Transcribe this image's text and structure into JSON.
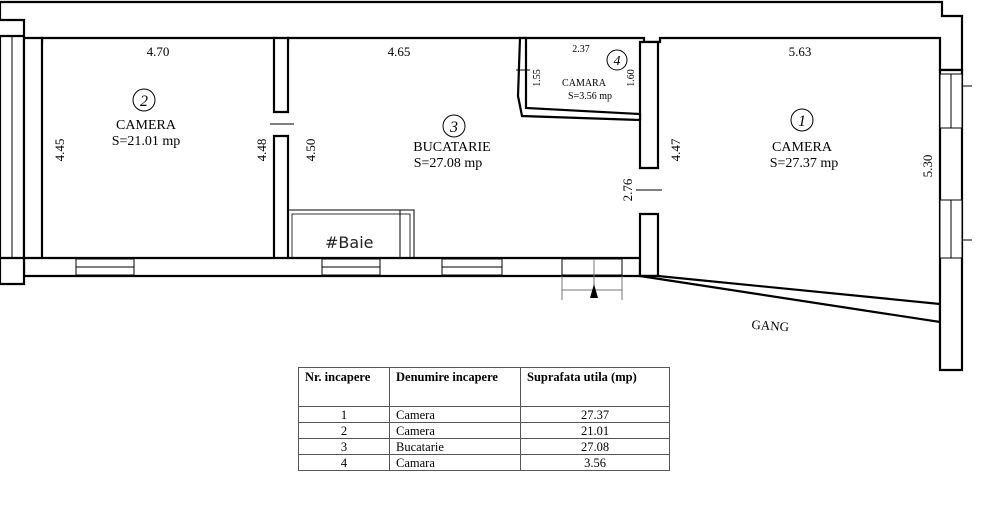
{
  "rooms": [
    {
      "number": "1",
      "name": "CAMERA",
      "area": "S=27.37 mp"
    },
    {
      "number": "2",
      "name": "CAMERA",
      "area": "S=21.01 mp"
    },
    {
      "number": "3",
      "name": "BUCATARIE",
      "area": "S=27.08 mp"
    },
    {
      "number": "4",
      "name": "CAMARA",
      "area": "S=3.56 mp"
    }
  ],
  "dimensions": {
    "room2_width": "4.70",
    "room2_height": "4.45",
    "room2_right": "4.48",
    "room3_width": "4.65",
    "room3_left": "4.50",
    "room3_door": "2.76",
    "room4_width": "2.37",
    "room4_left": "1.55",
    "room4_right": "1.60",
    "room1_width": "5.63",
    "room1_left": "4.47",
    "room1_right": "5.30"
  },
  "annotations": {
    "gang": "GANG",
    "baie": "#Baie"
  },
  "table": {
    "headers": [
      "Nr. incapere",
      "Denumire incapere",
      "Suprafata utila (mp)"
    ],
    "rows": [
      [
        "1",
        "Camera",
        "27.37"
      ],
      [
        "2",
        "Camera",
        "21.01"
      ],
      [
        "3",
        "Bucatarie",
        "27.08"
      ],
      [
        "4",
        "Camara",
        "3.56"
      ]
    ]
  }
}
